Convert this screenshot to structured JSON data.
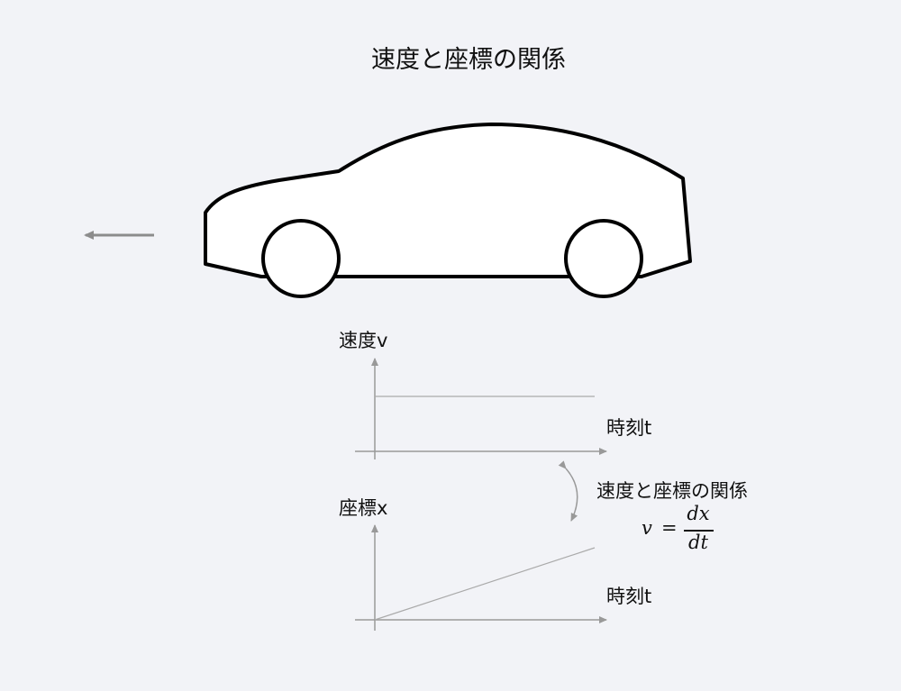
{
  "title": "速度と座標の関係",
  "motion_direction": "left",
  "velocity_graph": {
    "y_label": "速度v",
    "x_label": "時刻t",
    "shape": "constant"
  },
  "position_graph": {
    "y_label": "座標x",
    "x_label": "時刻t",
    "shape": "linear-increasing"
  },
  "relation": {
    "caption": "速度と座標の関係",
    "lhs": "v",
    "equals": "=",
    "numerator": "dx",
    "denominator": "dt"
  },
  "colors": {
    "background": "#f2f3f7",
    "outline": "#000000",
    "axis": "#999999",
    "plot_line": "#aaaaaa"
  }
}
